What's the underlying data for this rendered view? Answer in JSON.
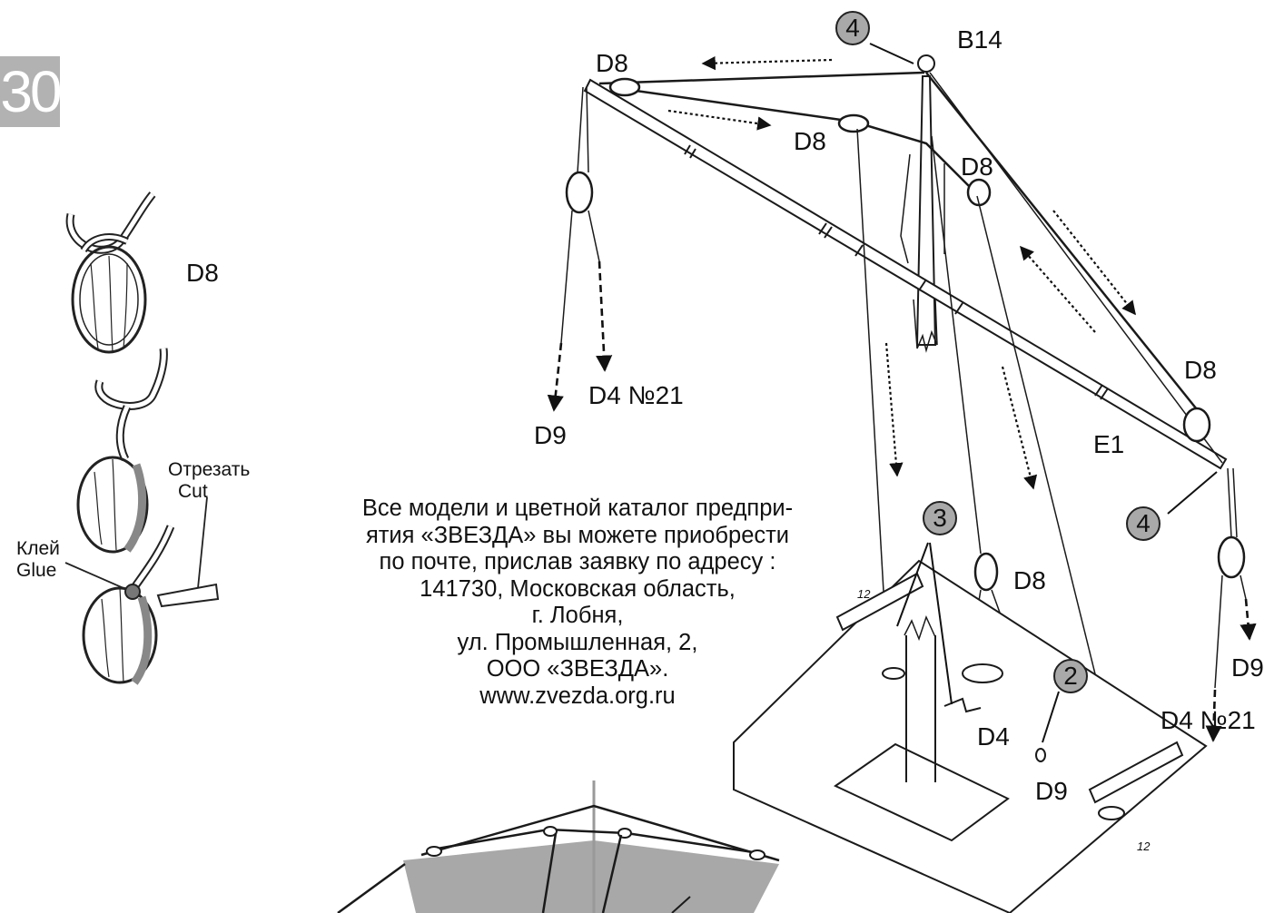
{
  "page_number": "30",
  "knot_detail": {
    "part": "D8",
    "cut_ru": "Отрезать",
    "cut_en": "Cut",
    "glue_ru": "Клей",
    "glue_en": "Glue"
  },
  "steps": [
    "4",
    "4",
    "3",
    "2"
  ],
  "labels": {
    "b14": "B14",
    "d8": "D8",
    "d9": "D9",
    "d4": "D4",
    "d4_21": "D4 №21",
    "e1": "E1",
    "scale_12": "12"
  },
  "info_lines": [
    "Все модели и цветной каталог предпри-",
    "ятия «ЗВЕЗДА» вы можете приобрести",
    "по почте, прислав заявку по адресу :",
    "141730, Московская область,",
    "г. Лобня,",
    "ул. Промышленная, 2,",
    "ООО «ЗВЕЗДА».",
    "www.zvezda.org.ru"
  ],
  "colors": {
    "line": "#1a1a1a",
    "step_fill": "#a9a9a9",
    "page_tab": "#b2b2b2",
    "sail_gray": "#a8a8a8"
  }
}
